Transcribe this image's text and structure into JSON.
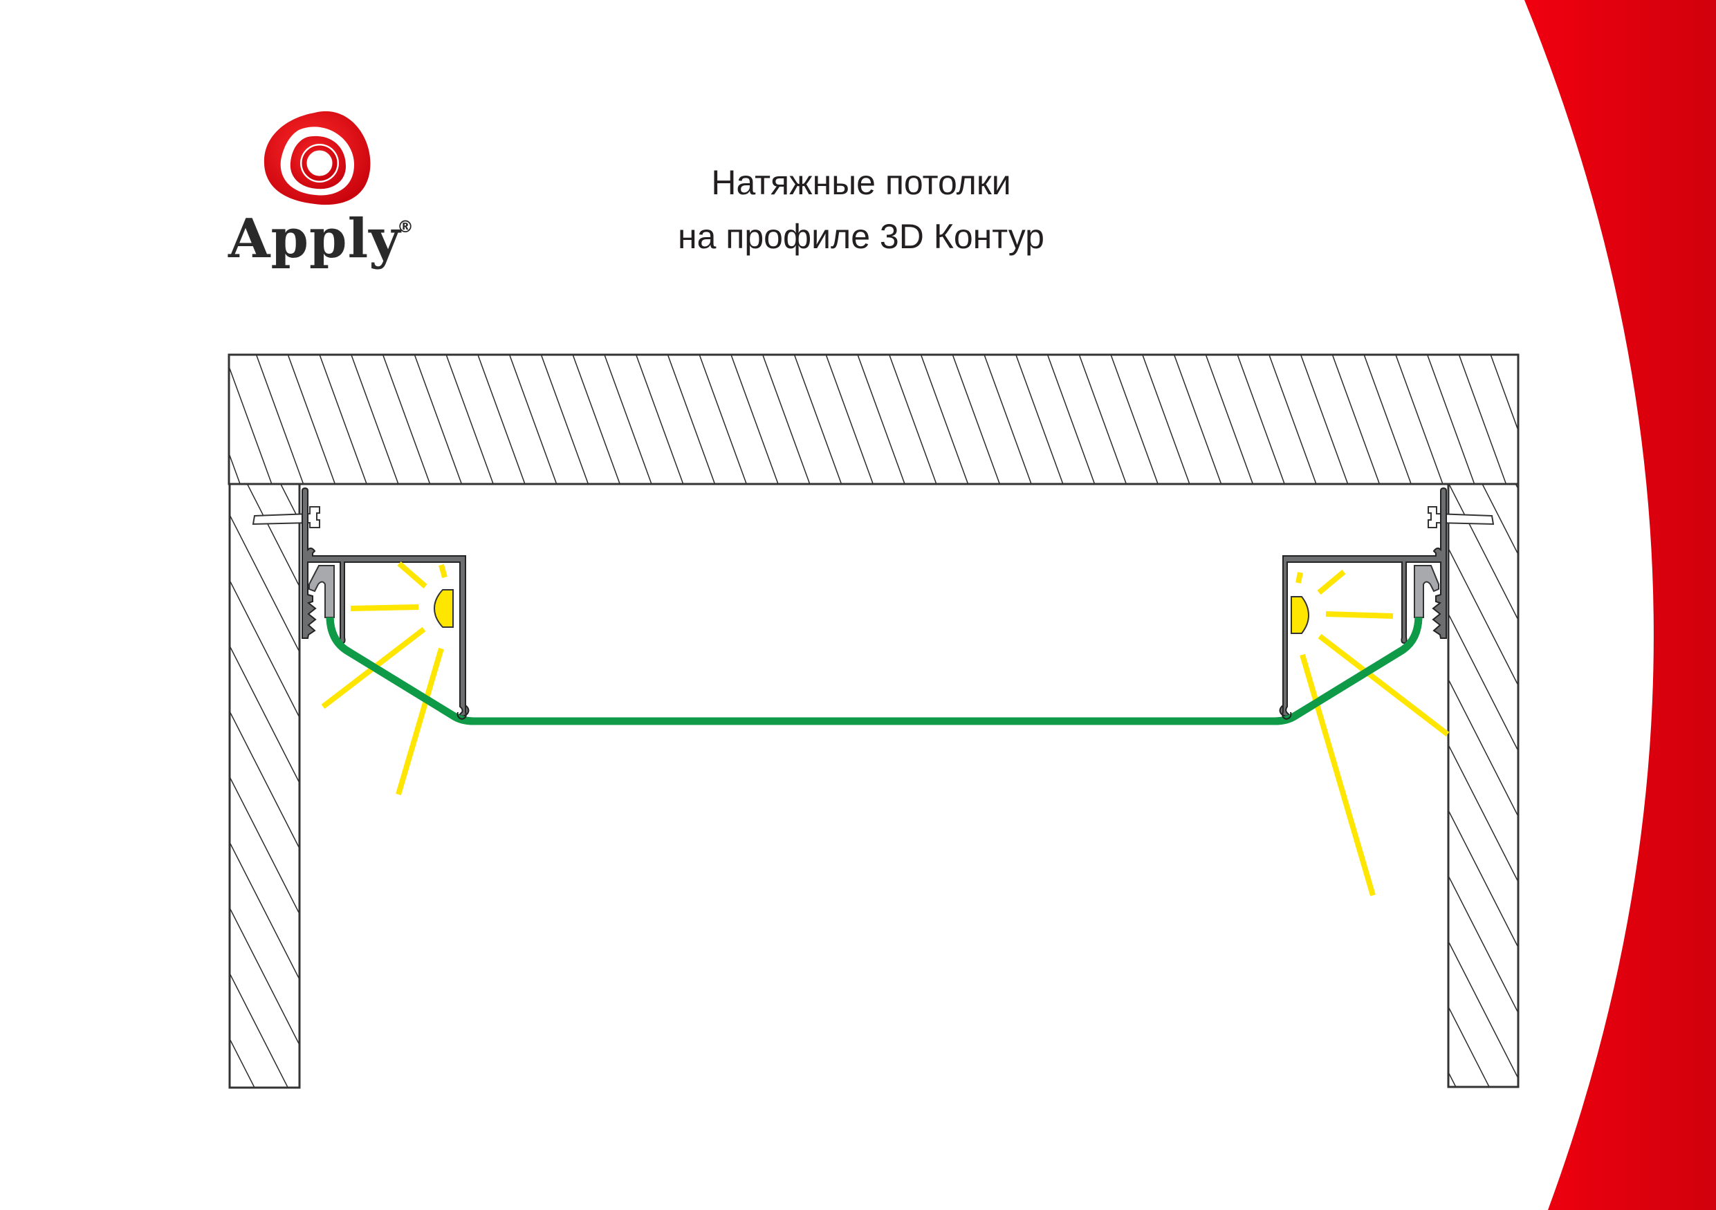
{
  "logo": {
    "brand_name": "Apply",
    "registered_mark": "®",
    "icon": "spiral-rose-logo-icon",
    "color": "#e30613"
  },
  "title": {
    "line1": "Натяжные потолки",
    "line2": "на профиле 3D Контур"
  },
  "colors": {
    "accent_red": "#e30613",
    "membrane_green": "#0f9a48",
    "light_yellow": "#ffe600",
    "profile_gray": "#6d6e70",
    "harpoon_gray": "#a7a9ac",
    "outline": "#333333"
  },
  "diagram": {
    "elements": [
      "ceiling-slab",
      "left-wall",
      "right-wall",
      "left-3d-contour-profile",
      "right-3d-contour-profile",
      "stretch-ceiling-membrane",
      "led-strip-left",
      "led-strip-right",
      "light-rays"
    ]
  }
}
